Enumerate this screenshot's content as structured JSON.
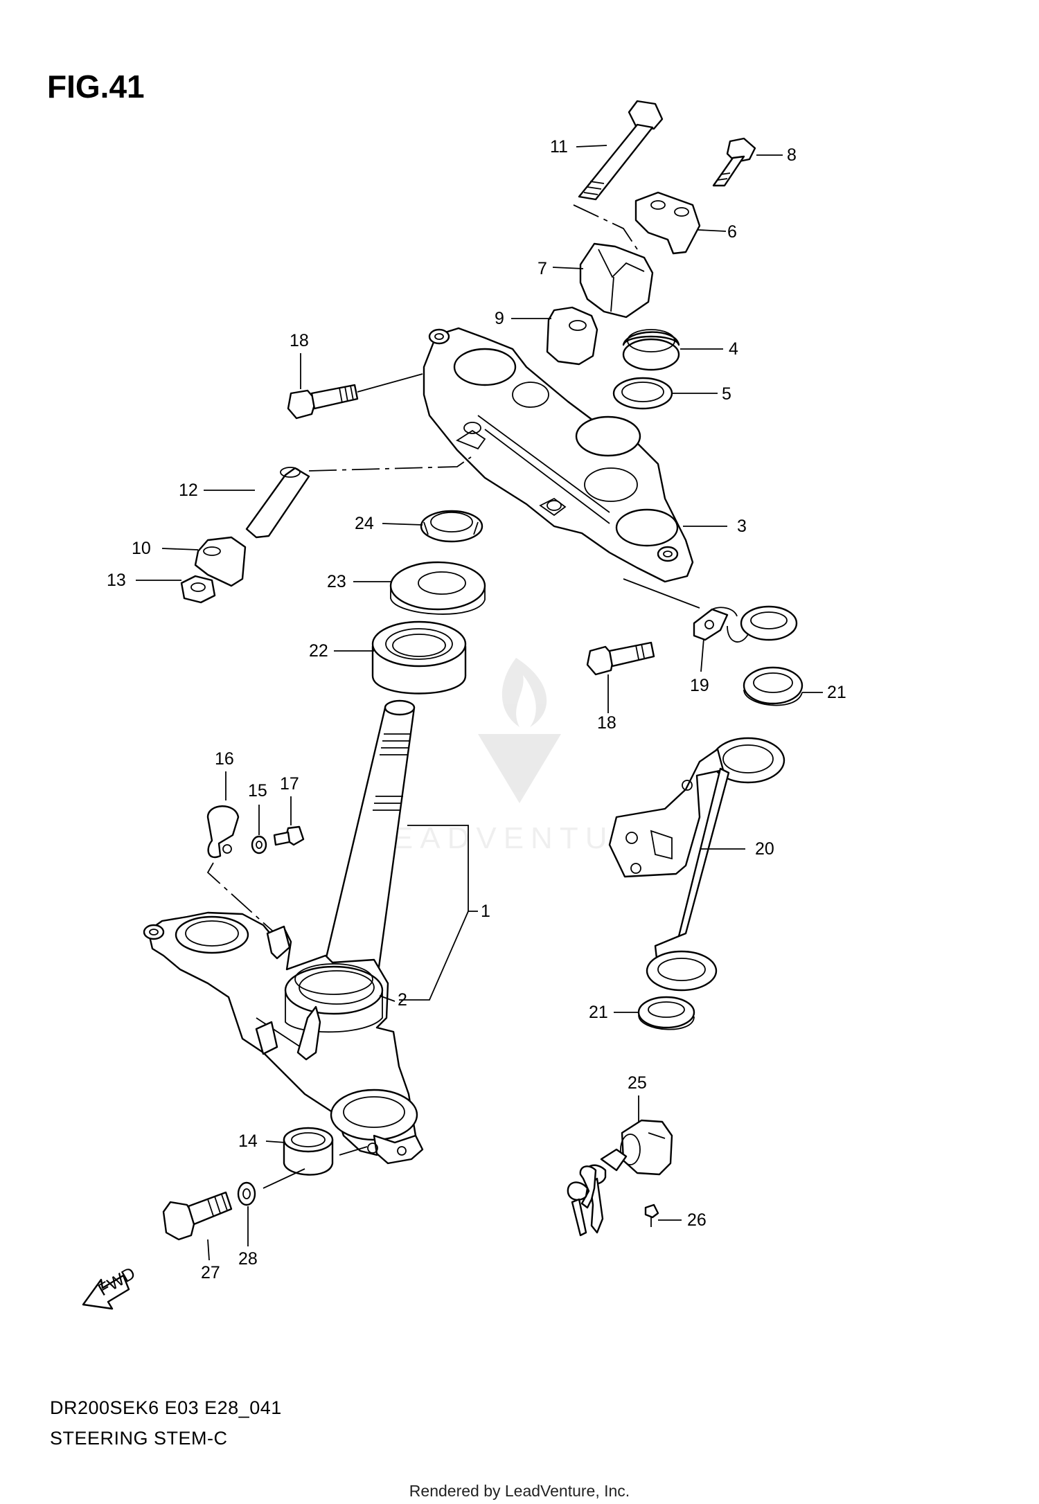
{
  "figure": {
    "title": "FIG.41",
    "code": "DR200SEK6 E03 E28_041",
    "name": "STEERING STEM-C",
    "footer": "Rendered by LeadVenture, Inc.",
    "watermark_text": "LEADVENTURE"
  },
  "callouts": [
    {
      "id": "c1",
      "label": "1"
    },
    {
      "id": "c2",
      "label": "2"
    },
    {
      "id": "c3",
      "label": "3"
    },
    {
      "id": "c4",
      "label": "4"
    },
    {
      "id": "c5",
      "label": "5"
    },
    {
      "id": "c6",
      "label": "6"
    },
    {
      "id": "c7",
      "label": "7"
    },
    {
      "id": "c8",
      "label": "8"
    },
    {
      "id": "c9",
      "label": "9"
    },
    {
      "id": "c10",
      "label": "10"
    },
    {
      "id": "c11",
      "label": "11"
    },
    {
      "id": "c12",
      "label": "12"
    },
    {
      "id": "c13",
      "label": "13"
    },
    {
      "id": "c14",
      "label": "14"
    },
    {
      "id": "c15",
      "label": "15"
    },
    {
      "id": "c16",
      "label": "16"
    },
    {
      "id": "c17",
      "label": "17"
    },
    {
      "id": "c18a",
      "label": "18"
    },
    {
      "id": "c18b",
      "label": "18"
    },
    {
      "id": "c19",
      "label": "19"
    },
    {
      "id": "c20",
      "label": "20"
    },
    {
      "id": "c21a",
      "label": "21"
    },
    {
      "id": "c21b",
      "label": "21"
    },
    {
      "id": "c22",
      "label": "22"
    },
    {
      "id": "c23",
      "label": "23"
    },
    {
      "id": "c24",
      "label": "24"
    },
    {
      "id": "c25",
      "label": "25"
    },
    {
      "id": "c26",
      "label": "26"
    },
    {
      "id": "c27",
      "label": "27"
    },
    {
      "id": "c28",
      "label": "28"
    }
  ],
  "fwd_label": "FWD"
}
